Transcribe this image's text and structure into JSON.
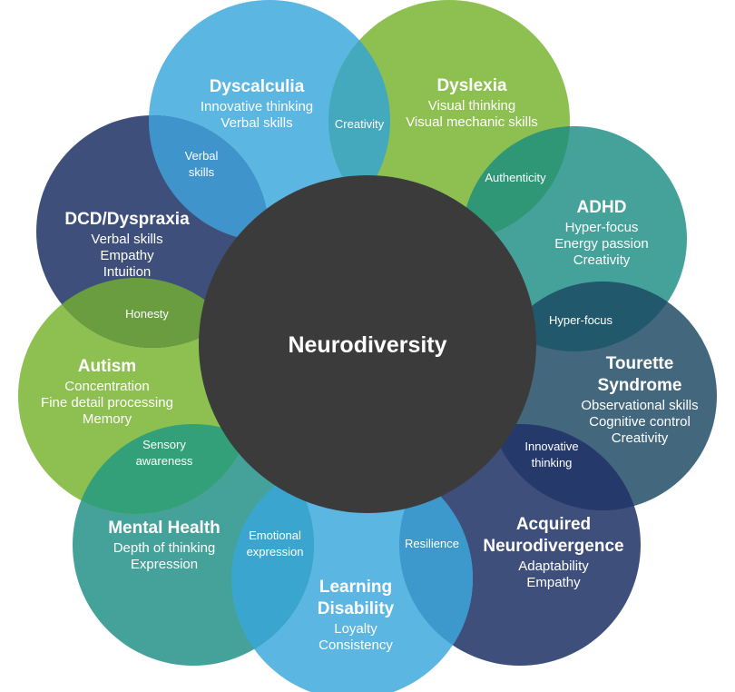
{
  "center": {
    "label": "Neurodiversity",
    "color": "#3b3b3b"
  },
  "petals": [
    {
      "key": "dyscalculia",
      "title": [
        "Dyscalculia"
      ],
      "traits": [
        "Innovative thinking",
        "Verbal skills"
      ],
      "color": "#5cb6e2"
    },
    {
      "key": "dyslexia",
      "title": [
        "Dyslexia"
      ],
      "traits": [
        "Visual thinking",
        "Visual mechanic skills"
      ],
      "color": "#8dc050"
    },
    {
      "key": "adhd",
      "title": [
        "ADHD"
      ],
      "traits": [
        "Hyper-focus",
        "Energy passion",
        "Creativity"
      ],
      "color": "#45a29a"
    },
    {
      "key": "tourette",
      "title": [
        "Tourette",
        "Syndrome"
      ],
      "traits": [
        "Observational skills",
        "Cognitive control",
        "Creativity"
      ],
      "color": "#43687e"
    },
    {
      "key": "acquired",
      "title": [
        "Acquired",
        "Neurodivergence"
      ],
      "traits": [
        "Adaptability",
        "Empathy"
      ],
      "color": "#3f4f7c"
    },
    {
      "key": "learning",
      "title": [
        "Learning",
        "Disability"
      ],
      "traits": [
        "Loyalty",
        "Consistency"
      ],
      "color": "#5cb6e2"
    },
    {
      "key": "mental",
      "title": [
        "Mental Health"
      ],
      "traits": [
        "Depth of thinking",
        "Expression"
      ],
      "color": "#45a29a"
    },
    {
      "key": "autism",
      "title": [
        "Autism"
      ],
      "traits": [
        "Concentration",
        "Fine detail processing",
        "Memory"
      ],
      "color": "#8dc050"
    },
    {
      "key": "dcd",
      "title": [
        "DCD/Dyspraxia"
      ],
      "traits": [
        "Verbal skills",
        "Empathy",
        "Intuition"
      ],
      "color": "#3f4f7c"
    }
  ],
  "overlaps": [
    {
      "label": [
        "Creativity"
      ],
      "color": "#45a9bd"
    },
    {
      "label": [
        "Authenticity"
      ],
      "color": "#2f9776"
    },
    {
      "label": [
        "Hyper-focus"
      ],
      "color": "#22586c"
    },
    {
      "label": [
        "Innovative",
        "thinking"
      ],
      "color": "#253a6b"
    },
    {
      "label": [
        "Resilience"
      ],
      "color": "#3d98cc"
    },
    {
      "label": [
        "Emotional",
        "expression"
      ],
      "color": "#3aa6cf"
    },
    {
      "label": [
        "Sensory",
        "awareness"
      ],
      "color": "#33a07a"
    },
    {
      "label": [
        "Honesty"
      ],
      "color": "#6a9c40"
    },
    {
      "label": [
        "Verbal",
        "skills"
      ],
      "color": "#3f94cb"
    }
  ]
}
